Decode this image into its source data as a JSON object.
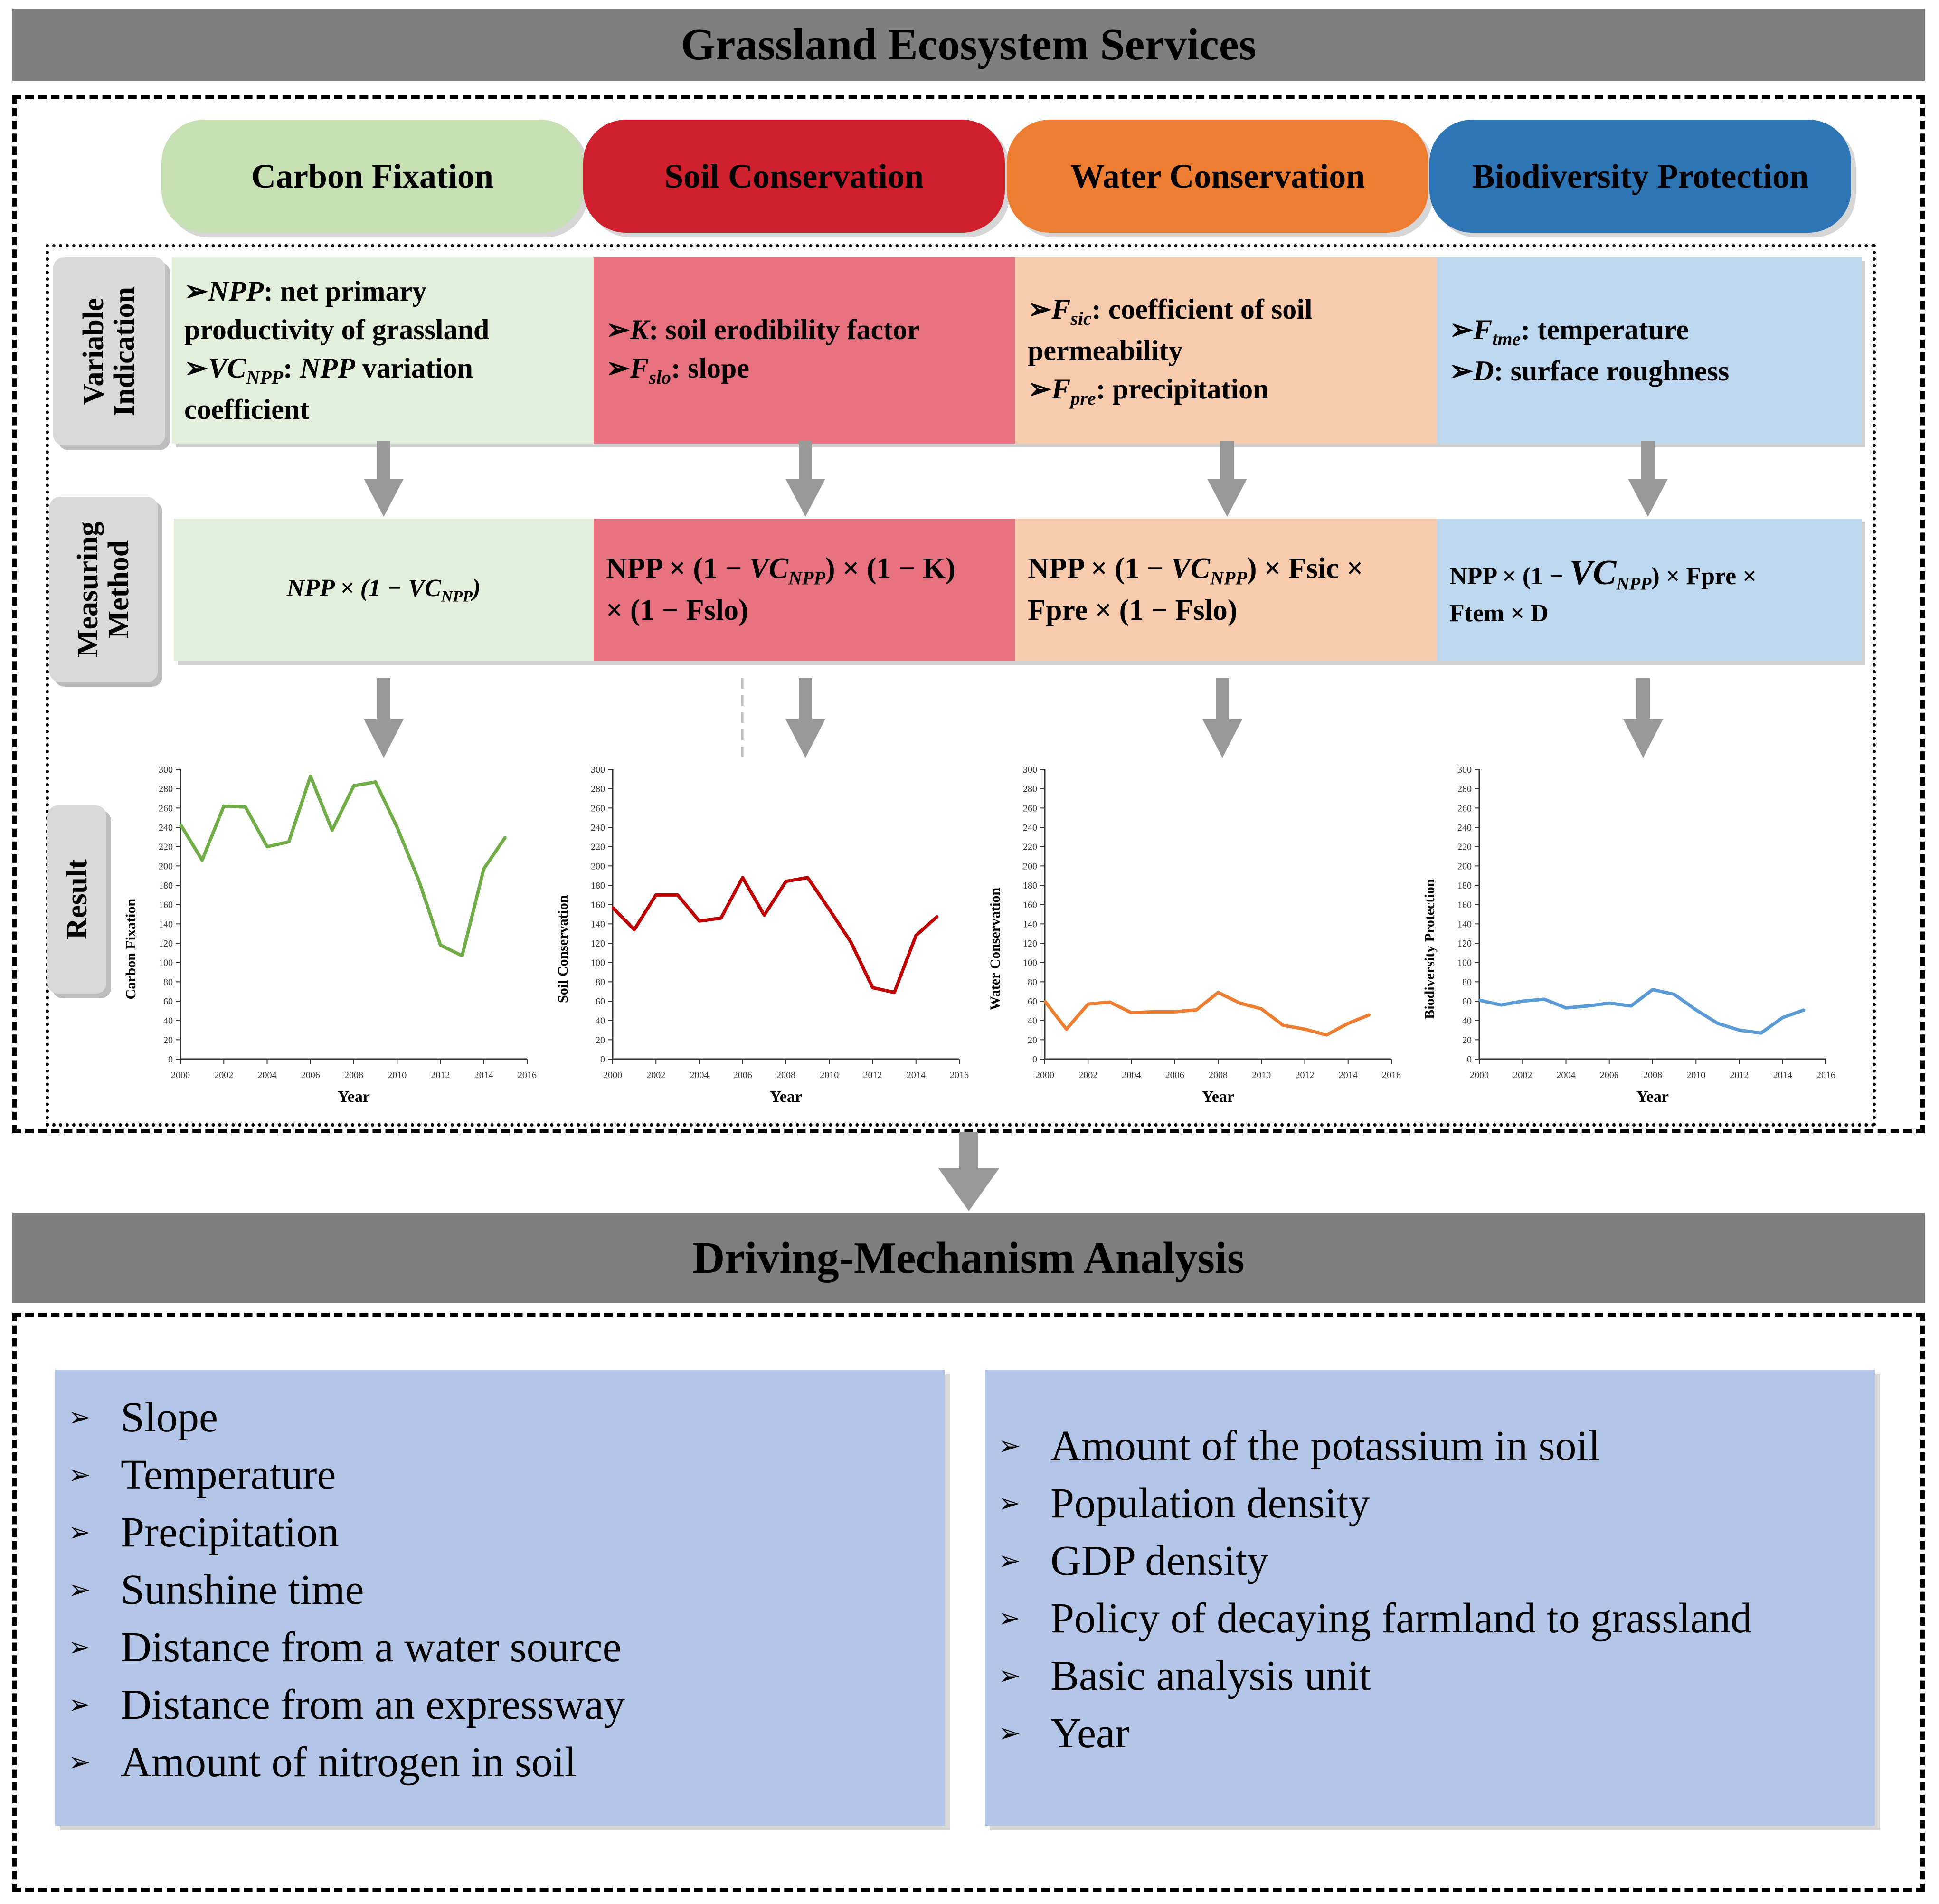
{
  "title": "Grassland Ecosystem Services",
  "services": [
    {
      "label": "Carbon Fixation",
      "color": "#c6e0b4",
      "cell": "#e2efda"
    },
    {
      "label": "Soil Conservation",
      "color": "#d0202e",
      "cell": "#e8717f"
    },
    {
      "label": "Water Conservation",
      "color": "#ed7d31",
      "cell": "#f8cbad"
    },
    {
      "label": "Biodiversity Protection",
      "color": "#2e75b6",
      "cell": "#bdd7ee"
    }
  ],
  "row_labels": {
    "variable": [
      "Variable",
      "Indication"
    ],
    "method": [
      "Measuring",
      "Method"
    ],
    "result": "Result"
  },
  "variables": {
    "cf": [
      {
        "sym": "NPP",
        "sub": "",
        "text": ": net primary"
      },
      {
        "sym": "",
        "sub": "",
        "text": "productivity of grassland"
      },
      {
        "sym": "VC",
        "sub": "NPP",
        "text": ": ",
        "tail_italic": "NPP",
        "tail": " variation"
      },
      {
        "sym": "",
        "sub": "",
        "text": "coefficient"
      }
    ],
    "sc": [
      {
        "sym": "K",
        "sub": "",
        "text": ": soil erodibility factor"
      },
      {
        "sym": "F",
        "sub": "slo",
        "text": ": slope"
      }
    ],
    "wc": [
      {
        "sym": "F",
        "sub": "sic",
        "text": ": coefficient of soil"
      },
      {
        "sym": "",
        "sub": "",
        "text": "permeability"
      },
      {
        "sym": "F",
        "sub": "pre",
        "text": ": precipitation"
      }
    ],
    "bp": [
      {
        "sym": "F",
        "sub": "tme",
        "text": ": temperature"
      },
      {
        "sym": "D",
        "sub": "",
        "text": ": surface roughness"
      }
    ]
  },
  "methods": {
    "cf": {
      "a": "NPP × (1 − VC",
      "sub": "NPP",
      "b": ")"
    },
    "sc": {
      "a": "NPP × (1 − ",
      "vc": "VC",
      "sub": "NPP",
      "b": ") × (1 − K)",
      "line2": "× (1 − Fslo)"
    },
    "wc": {
      "a": "NPP × (1 − ",
      "vc": "VC",
      "sub": "NPP",
      "b": ") × Fsic ×",
      "line2": "Fpre × (1 − Fslo)"
    },
    "bp": {
      "a": "NPP × (1 − ",
      "vc": "VC",
      "sub": "NPP",
      "b": ") × Fpre ×",
      "line2": "Ftem × D"
    }
  },
  "chart_data": [
    {
      "type": "line",
      "ylabel": "Carbon Fixation",
      "xlabel": "Year",
      "color": "#70ad47",
      "x": [
        2000,
        2001,
        2002,
        2003,
        2004,
        2005,
        2006,
        2007,
        2008,
        2009,
        2010,
        2011,
        2012,
        2013,
        2014,
        2015
      ],
      "values": [
        243,
        206,
        262,
        261,
        220,
        225,
        293,
        237,
        283,
        287,
        240,
        185,
        118,
        107,
        197,
        230
      ],
      "xlim": [
        2000,
        2016
      ],
      "ylim": [
        0,
        300
      ],
      "xticks": [
        "2000",
        "2002",
        "2004",
        "2006",
        "2008",
        "2010",
        "2012",
        "2014",
        "2016"
      ]
    },
    {
      "type": "line",
      "ylabel": "Soil Conservation",
      "xlabel": "Year",
      "color": "#c00000",
      "x": [
        2000,
        2001,
        2002,
        2003,
        2004,
        2005,
        2006,
        2007,
        2008,
        2009,
        2010,
        2011,
        2012,
        2013,
        2014,
        2015
      ],
      "values": [
        157,
        134,
        170,
        170,
        143,
        146,
        188,
        149,
        184,
        188,
        155,
        121,
        74,
        69,
        128,
        148
      ],
      "xlim": [
        2000,
        2016
      ],
      "ylim": [
        0,
        300
      ],
      "xticks": [
        "2000",
        "2002",
        "2004",
        "2006",
        "2008",
        "2010",
        "2012",
        "2014",
        "2016"
      ]
    },
    {
      "type": "line",
      "ylabel": "Water Conservation",
      "xlabel": "Year",
      "color": "#ed7d31",
      "x": [
        2000,
        2001,
        2002,
        2003,
        2004,
        2005,
        2006,
        2007,
        2008,
        2009,
        2010,
        2011,
        2012,
        2013,
        2014,
        2015
      ],
      "values": [
        60,
        31,
        57,
        59,
        48,
        49,
        49,
        51,
        69,
        58,
        52,
        35,
        31,
        25,
        37,
        46
      ],
      "xlim": [
        2000,
        2016
      ],
      "ylim": [
        0,
        300
      ],
      "xticks": [
        "2000",
        "2002",
        "2004",
        "2006",
        "2008",
        "2010",
        "2012",
        "2014",
        "2016"
      ]
    },
    {
      "type": "line",
      "ylabel": "Biodiversity Protection",
      "xlabel": "Year",
      "color": "#5b9bd5",
      "x": [
        2000,
        2001,
        2002,
        2003,
        2004,
        2005,
        2006,
        2007,
        2008,
        2009,
        2010,
        2011,
        2012,
        2013,
        2014,
        2015
      ],
      "values": [
        61,
        56,
        60,
        62,
        53,
        55,
        58,
        55,
        72,
        67,
        51,
        37,
        30,
        27,
        43,
        51
      ],
      "xlim": [
        2000,
        2016
      ],
      "ylim": [
        0,
        300
      ],
      "xticks": [
        "2000",
        "2002",
        "2004",
        "2006",
        "2008",
        "2010",
        "2012",
        "2014",
        "2016"
      ]
    }
  ],
  "yticks": [
    "0",
    "20",
    "40",
    "60",
    "80",
    "100",
    "120",
    "140",
    "160",
    "180",
    "200",
    "220",
    "240",
    "260",
    "280",
    "300"
  ],
  "analysis_title": "Driving-Mechanism Analysis",
  "factors_left": [
    "Slope",
    "Temperature",
    "Precipitation",
    "Sunshine time",
    "Distance from a water source",
    "Distance from an expressway",
    "Amount of nitrogen in soil"
  ],
  "factors_right": [
    "Amount of the potassium in soil",
    "Population density",
    "GDP density",
    "Policy of decaying farmland to grassland",
    "Basic analysis unit",
    "Year"
  ],
  "bullet": "➢"
}
